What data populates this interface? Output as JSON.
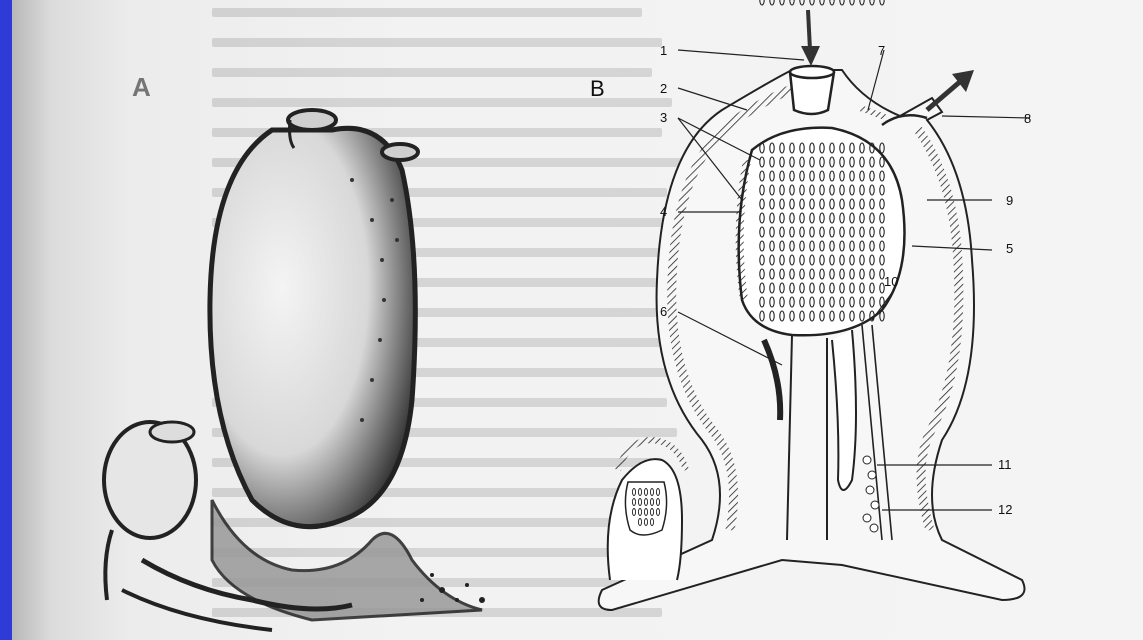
{
  "panels": {
    "a_label": "A",
    "b_label": "B"
  },
  "labels": {
    "l1": "1",
    "l2": "2",
    "l3": "3",
    "l4": "4",
    "l5": "5",
    "l6": "6",
    "l7": "7",
    "l8": "8",
    "l9": "9",
    "l10": "10",
    "l11": "11",
    "l12": "12"
  },
  "colors": {
    "border": "#2e3bd6",
    "ink": "#111111",
    "paper": "#f2f2f2"
  }
}
